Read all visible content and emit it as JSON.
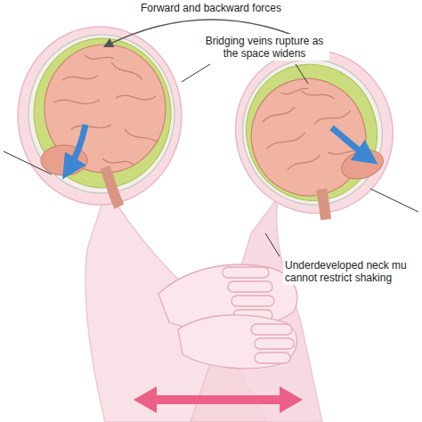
{
  "diagram": {
    "labels": [
      "Forward and backward forces",
      "Bridging veins rupture as the space widens",
      "Underdeveloped neck mu cannot restrict shaking"
    ]
  }
}
